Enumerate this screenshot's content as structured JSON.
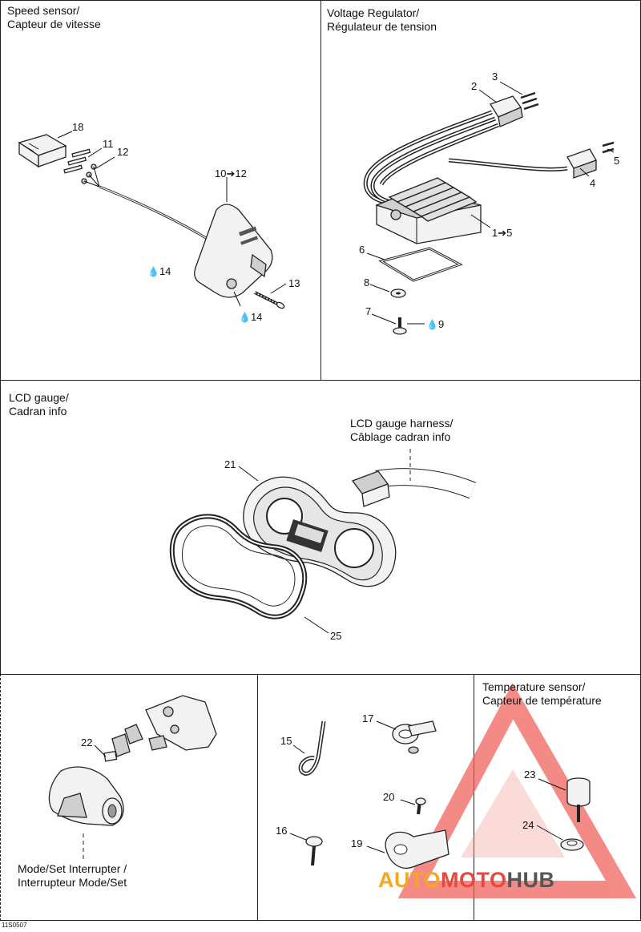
{
  "sections": {
    "speed_sensor": {
      "title_en": "Speed sensor/",
      "title_fr": "Capteur de vitesse"
    },
    "voltage_regulator": {
      "title_en": "Voltage Regulator/",
      "title_fr": "Régulateur de tension"
    },
    "lcd_gauge": {
      "title_en": "LCD gauge/",
      "title_fr": "Cadran info",
      "harness_en": "LCD gauge harness/",
      "harness_fr": "Câblage cadran info"
    },
    "temperature_sensor": {
      "title_en": "Temperature sensor/",
      "title_fr": "Capteur de température"
    },
    "mode_set": {
      "label_en": "Mode/Set Interrupter /",
      "label_fr": "Interrupteur Mode/Set"
    }
  },
  "callouts": {
    "c18": "18",
    "c11": "11",
    "c12": "12",
    "c10_12": "10➔12",
    "c14a": "14",
    "c14b": "14",
    "c13": "13",
    "c2": "2",
    "c3": "3",
    "c5": "5",
    "c4": "4",
    "c1_5": "1➔5",
    "c6": "6",
    "c8": "8",
    "c7": "7",
    "c9": "9",
    "c21": "21",
    "c25": "25",
    "c22": "22",
    "c15": "15",
    "c17": "17",
    "c20": "20",
    "c16": "16",
    "c19": "19",
    "c23": "23",
    "c24": "24"
  },
  "icons": {
    "drop": "oil-drop-icon"
  },
  "watermark": {
    "part1": "AUTO",
    "part2": "MOTO",
    "part3": "HUB",
    "color1": "#f5a623",
    "color2": "#e8483c",
    "color3": "#555555"
  },
  "drawing_code": "11S0507"
}
